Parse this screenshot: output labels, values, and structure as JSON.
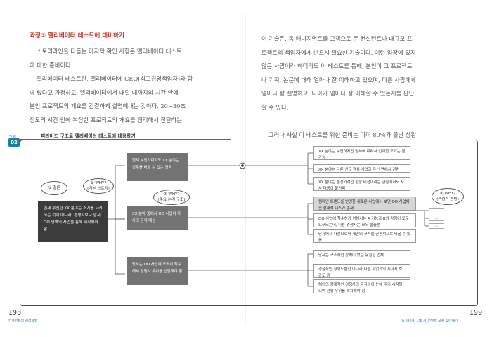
{
  "left_page": {
    "heading": "과정③ 엘리베이터 테스트에 대비하기",
    "paragraphs": [
      "스토리라인을 다듬는 마지막 확인 사항은 엘리베이터 테스트",
      "에 대한 준비이다.",
      "엘리베이터 테스트란, 엘리베이터에 CEO(최고경영책임자)와 함",
      "께 탔다고 가정하고, 엘리베이터에서 내릴 때까지의 시간 안에",
      "본인 프로젝트의 개요를 간결하게 설명해내는 것이다. 20~30초",
      "정도의 시간 안에 복잡한 프로젝트의 개요를 정리해서 전달하는"
    ],
    "page_number": "198",
    "running_footer": "컨설턴트의 시작화법"
  },
  "right_page": {
    "paragraphs": [
      "이 기술은, 톱 매니지먼트를 고객으로 둔 컨설턴트나 대규모 프",
      "로젝트의 책임자에게 반드시 필요한 기술이다. 이런 입장에 있지",
      "않은 사람이라 하더라도 이 테스트를 통해, 본인이 그 프로젝트",
      "나 기획, 논문에 대해 얼마나 잘 이해하고 있으며, 다른 사람에게",
      "얼마나 잘 설명하고, 나아가 얼마나 잘 이해할 수 있는지를 판단",
      "할 수 있다.",
      "",
      "그러나 사실 이 테스트를 위한 준비는 이미 80%가 끝난 상황"
    ],
    "page_number": "199",
    "running_footer": "6. 메시지 다듬기_전달할 모델 찾아내기"
  },
  "figure": {
    "tag": "그림",
    "number": "02",
    "title": "피라미드 구조로 엘리베이터 테스트에 대응하기",
    "conclusion_oval": "① 결론",
    "why_oval_1": "② WHY?\n(기본 스토리)",
    "why_oval_2": "③ WHY?\n(주요 논리 구조)",
    "why_oval_3": "④ WHY?\n(핵심적 증빙)",
    "conclusion_box": "현재 부진한 XX 분야는 조기를 고려하는 것이 아니라, 경쟁사보다 앞서 OO 영역의 사업을 통해 시작해야 함",
    "mid_boxes": [
      "현재 부진하더라도 XX 분야는 성무를 버릴 수 없는 영역",
      "XX 분야 중에서 OO 사업이 자사의 공략 대상",
      "당사는 OO 사업에 조속히 착수해서 경쟁사 우위를 선점해야 함"
    ],
    "leaf_boxes": [
      "XX 분야는 부진하지만 당사에 따라서 안이한 조기는 불가능",
      "XX 분야는 다른 신규 핵심 사업과 자신 면에서 관련",
      "XX 분야는 중장기적인 성장 비전이라는 관점에서도 자사 대응이 불가피",
      "캠페인 트렌드를 반영한 새로운 사업에서 보면 OO 사업에 큰 잠재적 니즈가 존재",
      "OO 사업에 착수하기 위해서는 A 기능과 B의 강점이 모두 요구되는데, 다른 경쟁사는 모두 불충분",
      "당사에서 나선으로써 계인의 규칙을 근본적으로 바꿀 수 있음",
      "당사는 구조적인 장벽이 없는 유일한 업체",
      "경쟁적인 정책도뿐만 아니라 다른 사업과의 시너지 효과도 큼",
      "해외의 잠재적인 경쟁사의 움직임이 눈에 띄기 시작했으며 선행 우위를 확차해야 함"
    ],
    "mini_labels": [
      "…",
      "…",
      "…"
    ]
  },
  "colors": {
    "accent_blue": "#1a7fa6",
    "heading_red": "#c0392b",
    "dark_box": "#3c3c3c",
    "mid_box": "#737373",
    "highlight_box": "#d6d6d6"
  }
}
